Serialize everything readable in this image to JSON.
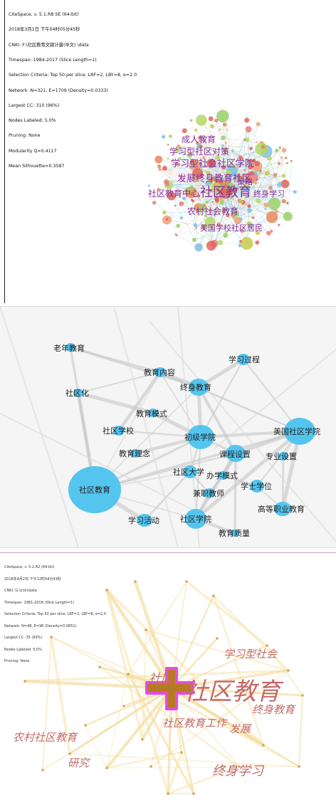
{
  "panel1": {
    "meta_lines": [
      "CiteSpace, v. 5.1.R8 SE (64-bit)",
      "2018年3月1日 下午04时05分45秒",
      "CNKI: F:\\社区教育文献计量(中文) \\data",
      "Timespan: 1984-2017 (Slice Length=1)",
      "Selection Criteria: Top 50 per slice, LRF=2, LBY=8, e=2.0",
      "Network: N=321, E=1709 (Density=0.0333)",
      "Largest CC: 310 (96%)",
      "Nodes Labeled: 5.0%",
      "Pruning: None",
      "Modularity Q=0.4117",
      "Mean Silhouette=0.3587"
    ],
    "labels": [
      "成人教育",
      "学习型社区对策",
      "学习型社会社区学院",
      "发展终身教育社区",
      "策略",
      "社区教育中心",
      "社区教育",
      "终身学习",
      "农村社会教育",
      "美国学校社区居民"
    ]
  },
  "panel2": {
    "nodes": [
      "老年教育",
      "学习过程",
      "教育内容",
      "终身教育",
      "社区化",
      "教育模式",
      "美国社区学院",
      "社区学校",
      "初级学院",
      "课程设置",
      "专业设置",
      "教育理念",
      "社区大学",
      "办学模式",
      "学士学位",
      "社区教育",
      "兼职教师",
      "高等职业教育",
      "学习活动",
      "社区学院",
      "教育质量"
    ]
  },
  "panel3": {
    "meta_lines": [
      "CiteSpace, v. 5.2.R2 (64-bit)",
      "2018年4月2日 下午12时44分43秒",
      "CNKI: G:\\cnki\\data",
      "Timespan: 1981-2018 (Slice Length=1)",
      "Selection Criteria: Top 50 per slice, LRF=2, LBY=8, e=2.0",
      "Network: N=48, E=96 (Density=0.0851)",
      "Largest CC: 35 (69%)",
      "Nodes Labeled: 5.0%",
      "Pruning: None"
    ],
    "labels": [
      "学习型社会",
      "社区",
      "社区教育",
      "终身教育",
      "社区教育工作",
      "发展",
      "农村社区教育",
      "研究",
      "终身学习"
    ]
  }
}
